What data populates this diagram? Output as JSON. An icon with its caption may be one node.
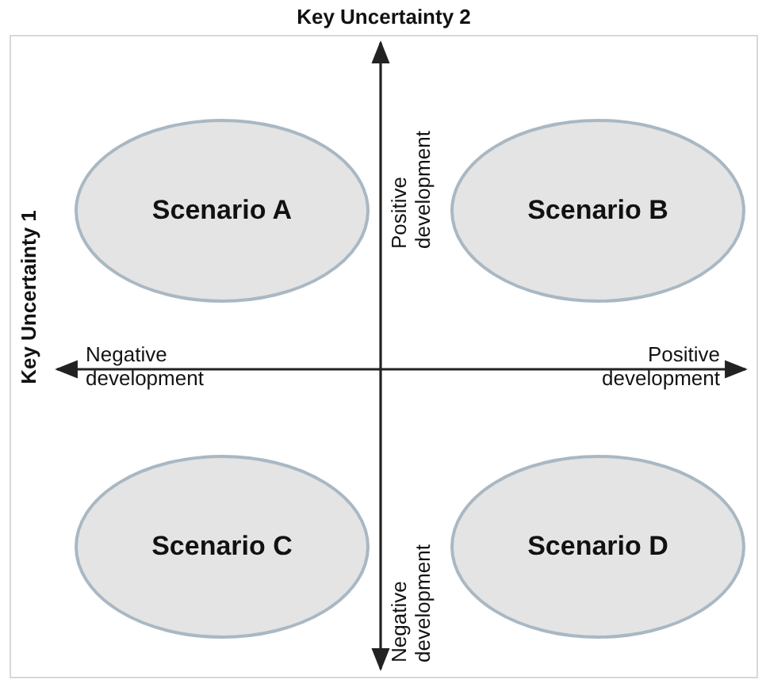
{
  "diagram": {
    "nodes": [
      {
        "text": [
          "Scenario A"
        ]
      },
      {
        "text": [
          "Scenario B"
        ]
      },
      {
        "text": [
          "Scenario C"
        ]
      },
      {
        "text": [
          "Scenario D"
        ]
      }
    ],
    "labels": [
      "Key Uncertainty 2",
      "Positive development",
      "Key Uncertainty 1",
      "Negative development",
      "Positive development",
      "Negative development"
    ]
  }
}
